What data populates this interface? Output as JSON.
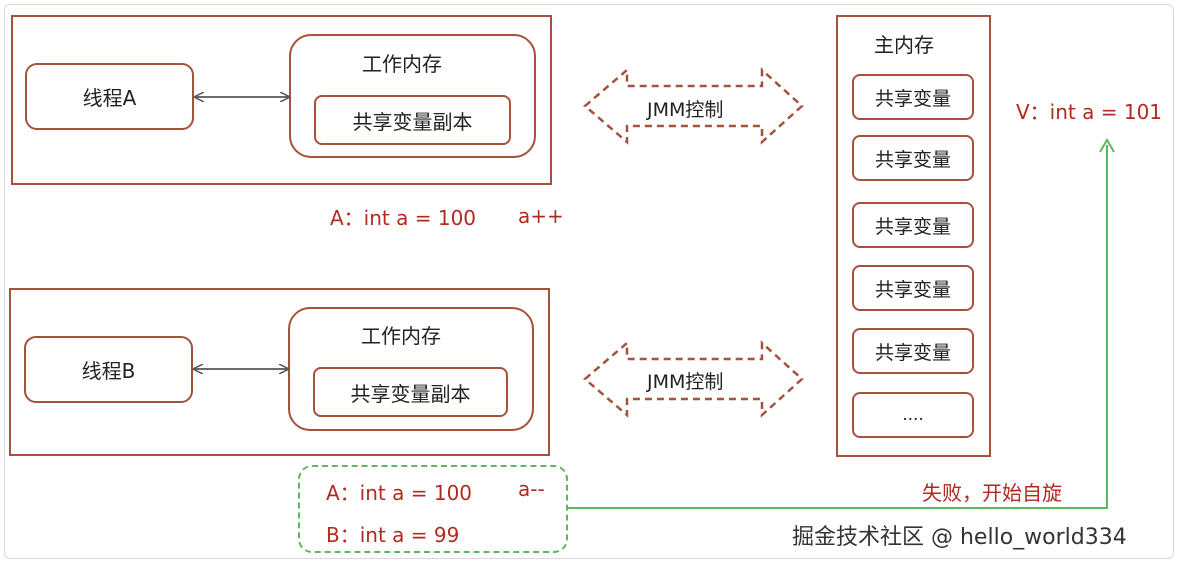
{
  "thread_a": {
    "label": "线程A",
    "work_memory_title": "工作内存",
    "copy_label": "共享变量副本",
    "value_line": "A：int a = 100",
    "op": "a++"
  },
  "thread_b": {
    "label": "线程B",
    "work_memory_title": "工作内存",
    "copy_label": "共享变量副本",
    "value_line_a": "A：int a = 100",
    "op": "a--",
    "value_line_b": "B：int a = 99"
  },
  "jmm_top": "JMM控制",
  "jmm_bottom": "JMM控制",
  "main_memory": {
    "title": "主内存",
    "items": [
      "共享变量",
      "共享变量",
      "共享变量",
      "共享变量",
      "共享变量",
      "...."
    ]
  },
  "v_line": "V：int a = 101",
  "fail_text": "失败，开始自旋",
  "watermark": "掘金技术社区 @ hello_world334",
  "colors": {
    "box_border": "#a5523c",
    "red_text": "#b22a1f",
    "green": "#5cb85c",
    "arrow_gray": "#555555"
  }
}
